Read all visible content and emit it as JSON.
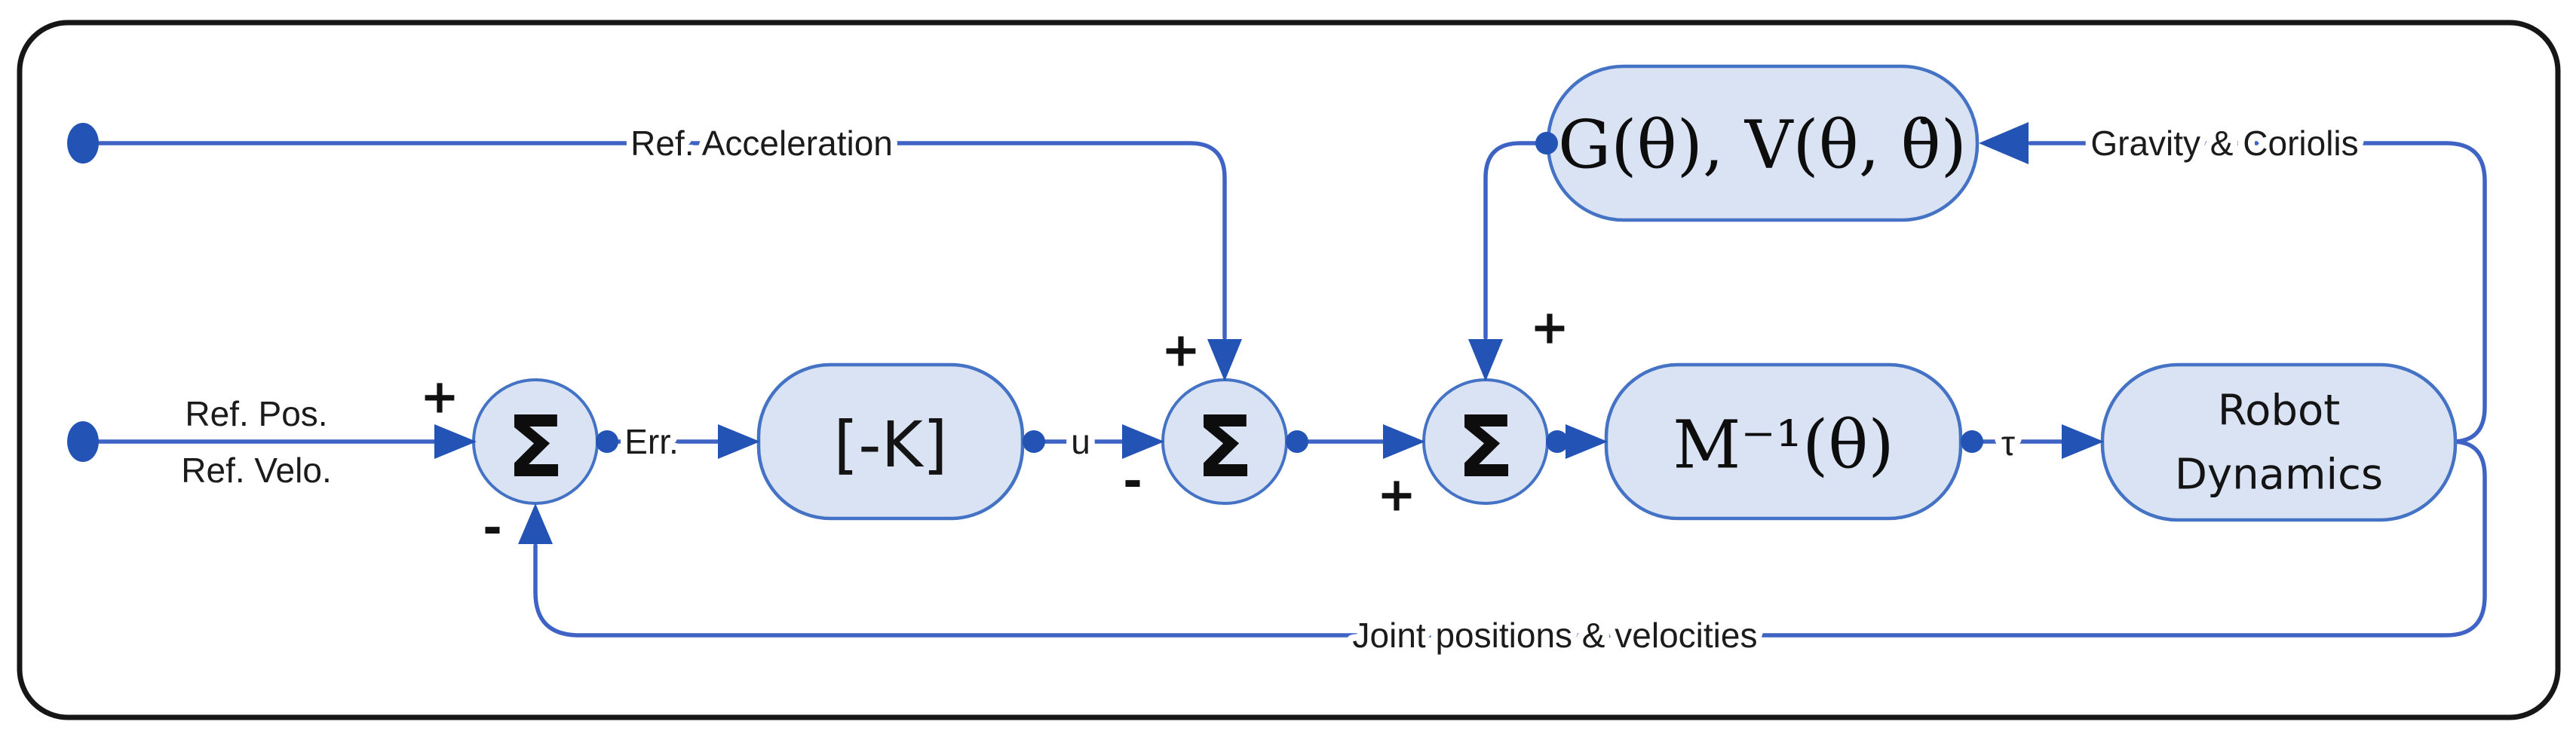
{
  "diagram": {
    "kind": "robot-computed-torque-control-block-diagram",
    "colors": {
      "wire": "#3f63c4",
      "node_fill": "#dae3f3",
      "node_stroke": "#4472c4",
      "arrow_and_dot": "#2353b5",
      "frame_border": "#161616",
      "text": "#1b1b1b"
    },
    "inputs": {
      "ref_acceleration": "Ref. Acceleration",
      "ref_pos": "Ref. Pos.",
      "ref_velo": "Ref. Velo."
    },
    "signals": {
      "error": "Err.",
      "u": "u",
      "tau": "τ",
      "gravity_coriolis": "Gravity & Coriolis",
      "joint_feedback": "Joint positions & velocities"
    },
    "sums": {
      "sum_error": {
        "symbol": "Σ",
        "plus": "+",
        "minus": "-"
      },
      "sum_accel": {
        "symbol": "Σ",
        "plus": "+",
        "minus": "-"
      },
      "sum_torque": {
        "symbol": "Σ",
        "plus_left": "+",
        "plus_top": "+"
      }
    },
    "blocks": {
      "gain": {
        "label": "[-K]"
      },
      "gravity": {
        "label": "G(θ), V(θ, θ̇)"
      },
      "inertia": {
        "label": "M⁻¹(θ)"
      },
      "robot": {
        "line1": "Robot",
        "line2": "Dynamics"
      }
    }
  }
}
